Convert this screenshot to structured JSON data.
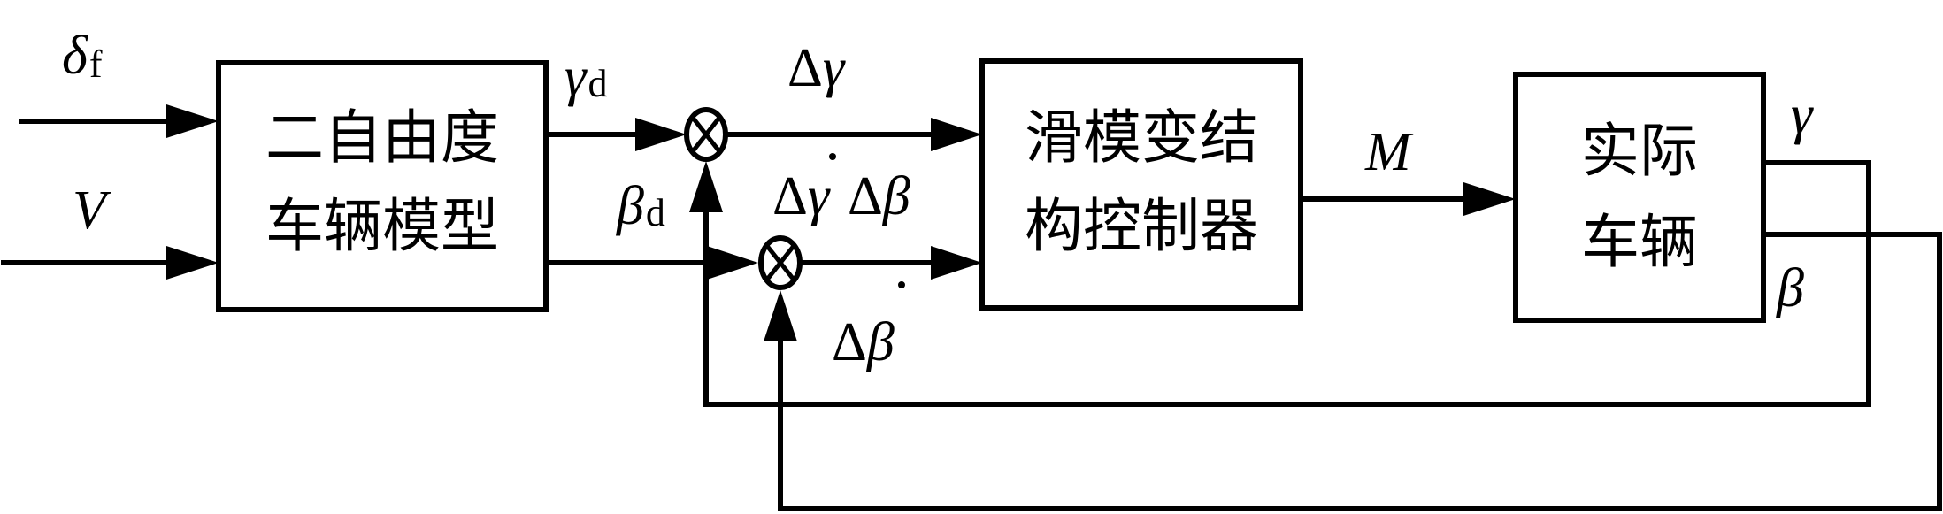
{
  "diagram": {
    "type": "control block diagram",
    "blocks": {
      "reference_model": {
        "line1": "二自由度",
        "line2": "车辆模型"
      },
      "controller": {
        "line1": "滑模变结",
        "line2": "构控制器"
      },
      "plant": {
        "line1": "实际",
        "line2": "车辆"
      }
    },
    "inputs": {
      "steer": {
        "symbol": "δ",
        "subscript": "f"
      },
      "speed": {
        "symbol": "V"
      }
    },
    "signals": {
      "gamma_d": {
        "symbol": "γ",
        "subscript": "d"
      },
      "beta_d": {
        "symbol": "β",
        "subscript": "d"
      },
      "delta_gamma": {
        "delta": "Δ",
        "symbol": "γ"
      },
      "delta_gamma_dot": {
        "delta": "Δ",
        "symbol": "γ",
        "dot": "·"
      },
      "delta_beta": {
        "delta": "Δ",
        "symbol": "β"
      },
      "delta_beta_dot": {
        "delta": "Δ",
        "symbol": "β",
        "dot": "·"
      },
      "moment": {
        "symbol": "M"
      },
      "gamma": {
        "symbol": "γ"
      },
      "beta": {
        "symbol": "β"
      }
    },
    "summing_junction_symbol": "⊗"
  }
}
